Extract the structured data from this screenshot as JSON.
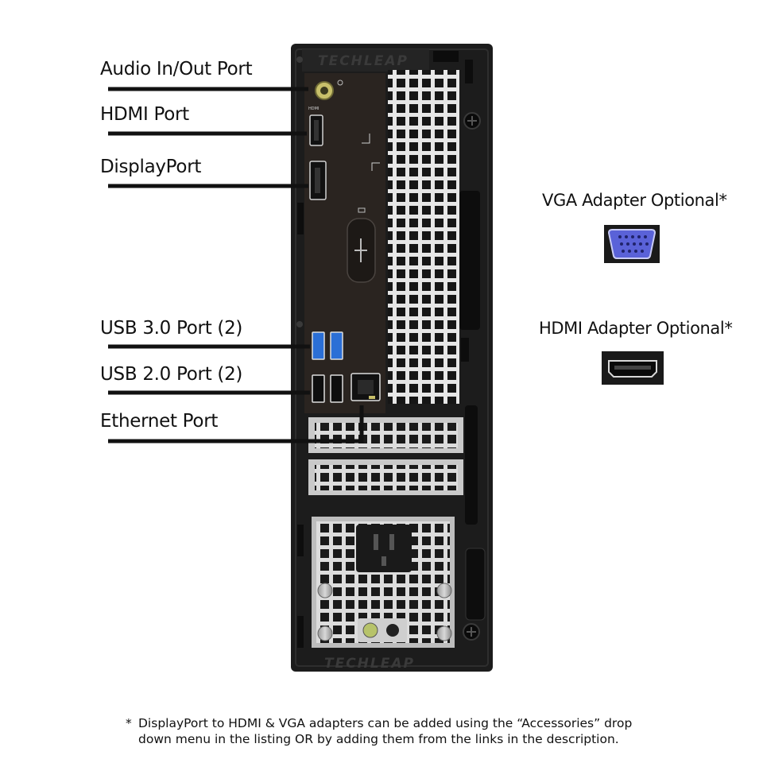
{
  "callouts": {
    "audio": "Audio In/Out Port",
    "hdmi": "HDMI Port",
    "displayport": "DisplayPort",
    "usb3": "USB 3.0 Port (2)",
    "usb2": "USB 2.0 Port (2)",
    "ethernet": "Ethernet Port"
  },
  "adapters": {
    "vga": "VGA Adapter Optional*",
    "hdmi": "HDMI Adapter Optional*"
  },
  "chassis": {
    "brand_top": "TECHLEAP",
    "brand_bottom": "TECHLEAP",
    "hdmi_port_label": "HDMI"
  },
  "footnote": {
    "marker": "*",
    "line1": "DisplayPort to HDMI & VGA adapters can be added using the “Accessories” drop",
    "line2": "down menu in the listing OR by adding them from the links in the description."
  },
  "colors": {
    "chassis": "#1c1c1c",
    "io_panel": "#2a2420",
    "usb3_blue": "#2b6fd6",
    "vga_blue": "#5a62d8"
  }
}
